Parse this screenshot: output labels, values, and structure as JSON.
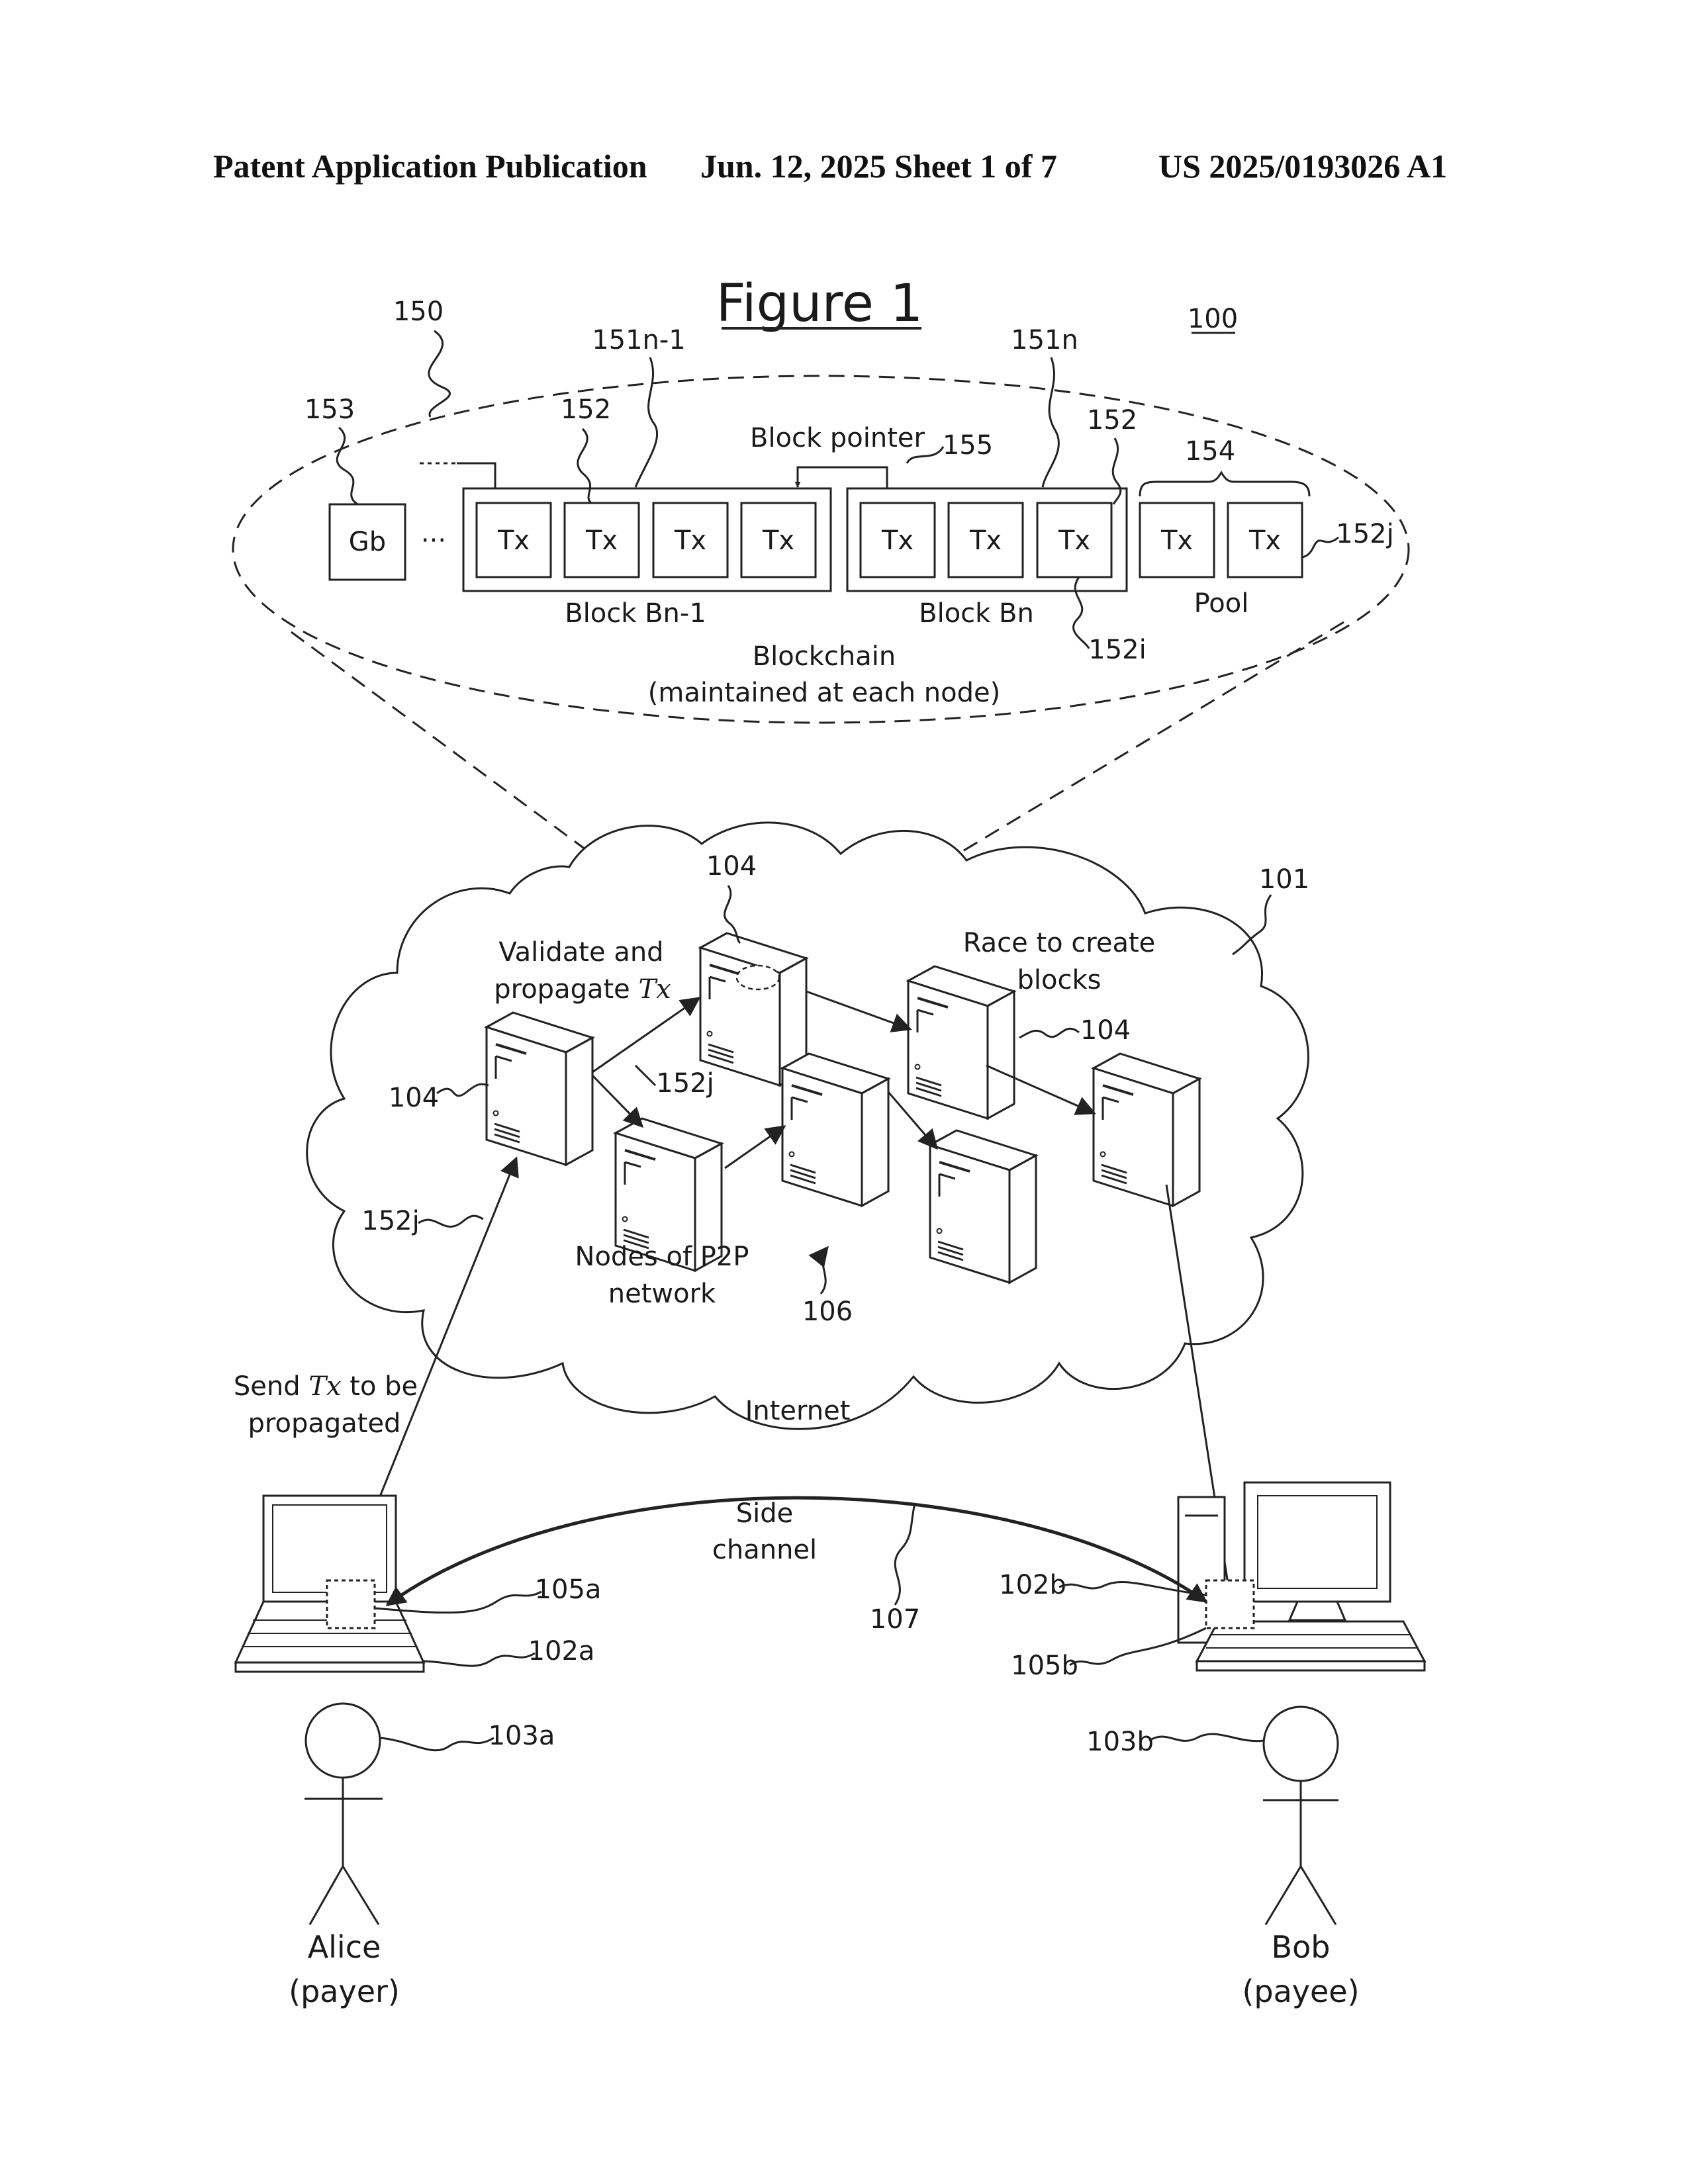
{
  "header": {
    "left": "Patent Application Publication",
    "middle": "Jun. 12, 2025  Sheet 1 of 7",
    "right": "US 2025/0193026 A1"
  },
  "figure": {
    "title": "Figure 1",
    "system_ref": "100",
    "blockchain": {
      "ellipse_ref": "150",
      "genesis_label": "Gb",
      "genesis_ref": "153",
      "ellipsis": "···",
      "tx_label": "Tx",
      "block_prev_label": "Block Bn-1",
      "block_prev_ref": "151n-1",
      "block_curr_label": "Block Bn",
      "block_curr_ref": "151n",
      "tx_ref": "152",
      "block_pointer_label": "Block pointer",
      "block_pointer_ref": "155",
      "pool_label": "Pool",
      "pool_ref": "154",
      "pool_tx_ref": "152j",
      "tx_i_ref": "152i",
      "caption_line1": "Blockchain",
      "caption_line2": "(maintained at each node)"
    },
    "network": {
      "cloud_ref": "101",
      "internet_label": "Internet",
      "node_ref": "104",
      "validate_line1": "Validate and",
      "validate_line2": "propagate ",
      "tx_italic": "Tx",
      "race_line1": "Race to create",
      "race_line2": "blocks",
      "nodes_line1": "Nodes of P2P",
      "nodes_line2": "network",
      "network_ref": "106",
      "tx_ref_edge": "152j",
      "tx_ref_send": "152j"
    },
    "alice": {
      "send_line1_a": "Send ",
      "send_line1_b": " to be",
      "send_line2": "propagated",
      "computer_ref": "102a",
      "app_ref": "105a",
      "person_ref": "103a",
      "name": "Alice",
      "role": "(payer)"
    },
    "bob": {
      "computer_ref": "102b",
      "app_ref": "105b",
      "person_ref": "103b",
      "name": "Bob",
      "role": "(payee)"
    },
    "side_channel": {
      "line1": "Side",
      "line2": "channel",
      "ref": "107"
    }
  }
}
